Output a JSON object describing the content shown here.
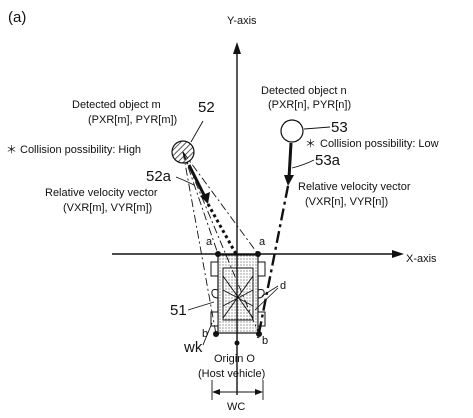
{
  "figure_label": "(a)",
  "axes": {
    "y_label": "Y-axis",
    "x_label": "X-axis"
  },
  "object_m": {
    "title": "Detected object m",
    "coords": "(PXR[m], PYR[m])",
    "ref": "52",
    "collision": "Collision possibility: High",
    "collision_mark": "＊",
    "vector_ref": "52a",
    "vector_title": "Relative velocity vector",
    "vector_coords": "(VXR[m], VYR[m])"
  },
  "object_n": {
    "title": "Detected object n",
    "coords": "(PXR[n], PYR[n])",
    "ref": "53",
    "collision": "Collision possibility: Low",
    "collision_mark": "＊",
    "vector_ref": "53a",
    "vector_title": "Relative velocity vector",
    "vector_coords": "(VXR[n], VYR[n])"
  },
  "vehicle": {
    "ref": "51",
    "corner_a_left": "a",
    "corner_a_right": "a",
    "corner_b_left": "b",
    "corner_b_right": "b",
    "label_d": "d",
    "label_wk": "wk",
    "origin_line1": "Origin O",
    "origin_line2": "(Host vehicle)",
    "width_label": "WC"
  }
}
